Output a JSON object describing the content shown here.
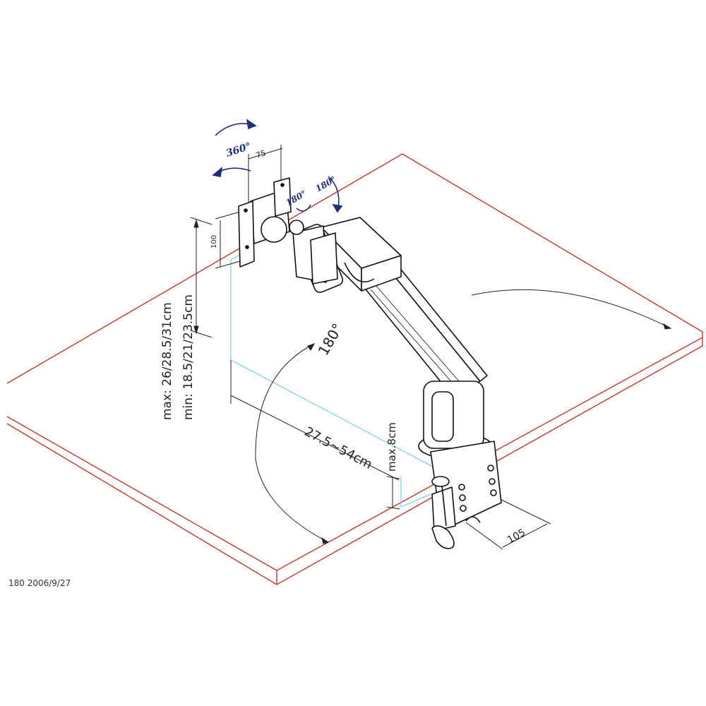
{
  "labels": {
    "swivel_angle": "360°",
    "tilt_angle_left": "180°",
    "tilt_angle_right": "180°",
    "pan_angle": "180°",
    "vesa_width": "75",
    "vesa_height": "100",
    "height_range": "max: 26/28.5/31cm",
    "height_range_min": "min: 18.5/21/23.5cm",
    "reach_range": "27.5~54cm",
    "desk_thickness": "max.8cm",
    "clamp_depth": "105"
  },
  "footer": "180  2006/9/27",
  "colors": {
    "desk_outline": "#c0392b",
    "dimension_line": "#7fd3e8",
    "angle_arrow": "#1f2f7a",
    "drawing_line": "#111111"
  }
}
